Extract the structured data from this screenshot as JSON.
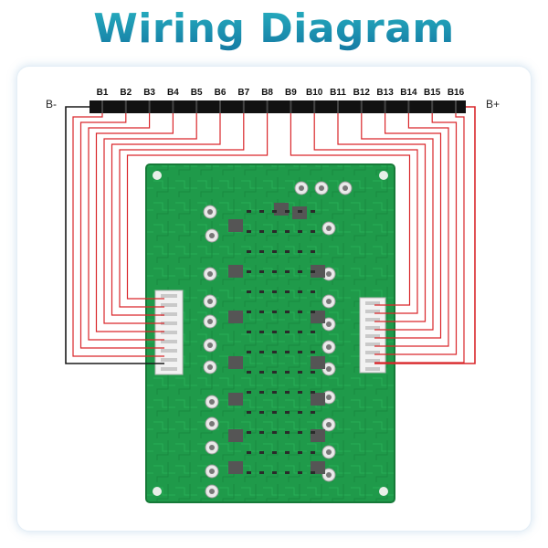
{
  "title": "Wiring Diagram",
  "terminals": {
    "negative": "B-",
    "positive": "B+"
  },
  "cells": [
    "B1",
    "B2",
    "B3",
    "B4",
    "B5",
    "B6",
    "B7",
    "B8",
    "B9",
    "B10",
    "B11",
    "B12",
    "B13",
    "B14",
    "B15",
    "B16"
  ],
  "colors": {
    "title": "#1a8fa8",
    "wire_red": "#d9262a",
    "wire_black": "#1a1a1a",
    "pcb": "#1f9a4a",
    "bus": "#111111"
  }
}
